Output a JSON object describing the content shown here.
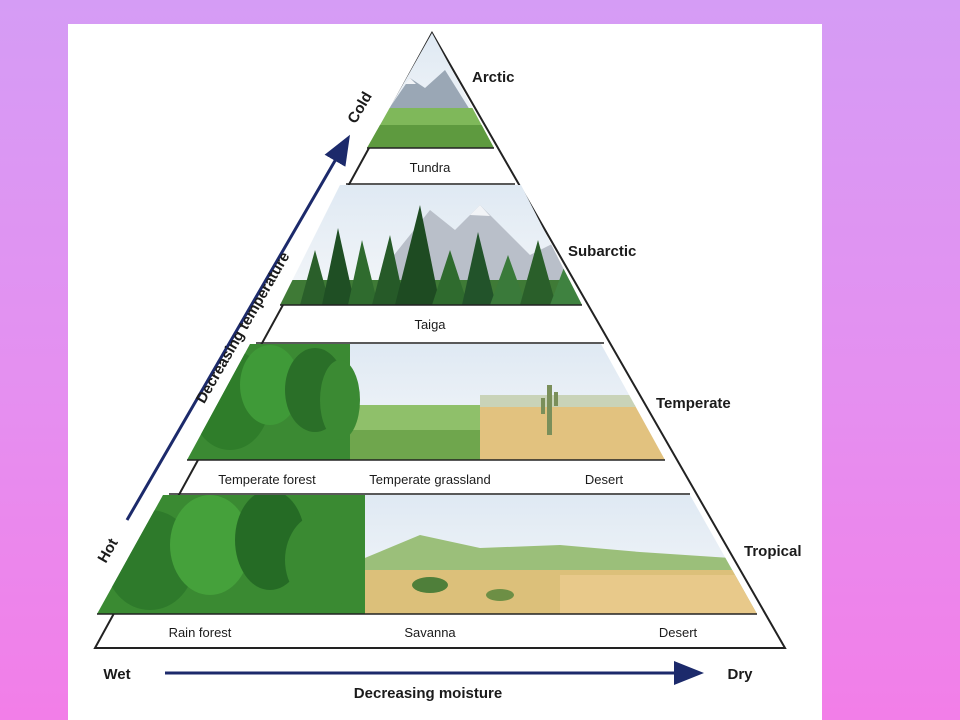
{
  "zones": {
    "arctic": "Arctic",
    "subarctic": "Subarctic",
    "temperate": "Temperate",
    "tropical": "Tropical"
  },
  "biomes": {
    "tundra": "Tundra",
    "taiga": "Taiga",
    "temperate_forest": "Temperate forest",
    "temperate_grassland": "Temperate grassland",
    "temperate_desert": "Desert",
    "rain_forest": "Rain forest",
    "savanna": "Savanna",
    "tropical_desert": "Desert"
  },
  "axes": {
    "temperature": {
      "label": "Decreasing temperature",
      "low_end": "Hot",
      "high_end": "Cold"
    },
    "moisture": {
      "label": "Decreasing moisture",
      "low_end": "Wet",
      "high_end": "Dry"
    }
  },
  "colors": {
    "arrow": "#1c2a6b",
    "forest": "#2f7d2a",
    "grass": "#8fc06a",
    "desert": "#e2c27f",
    "sky": "#e6eef6",
    "snow": "#f2f4f7",
    "mountain": "#b9bfc9"
  }
}
